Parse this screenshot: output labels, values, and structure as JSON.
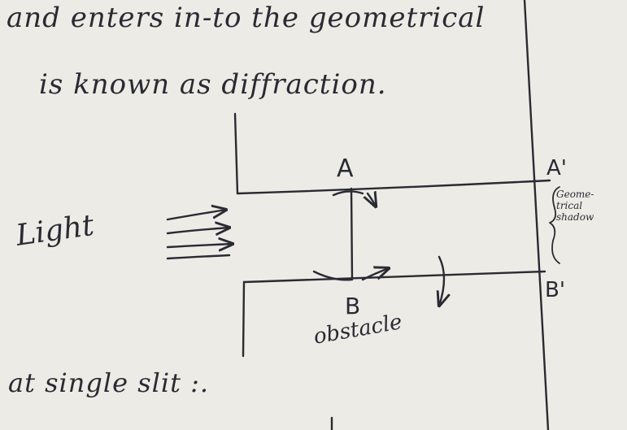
{
  "text": {
    "line1": "and enters in-to the geometrical",
    "line2": "is known as diffraction.",
    "line3": "at single slit :."
  },
  "labels": {
    "light": "Light",
    "A": "A",
    "B": "B",
    "A_prime": "A'",
    "B_prime": "B'",
    "obstacle": "obstacle",
    "shadow": "Geome-\ntrical\nshadow"
  },
  "colors": {
    "paper": "#ecebe6",
    "ink": "#2a2a33"
  }
}
